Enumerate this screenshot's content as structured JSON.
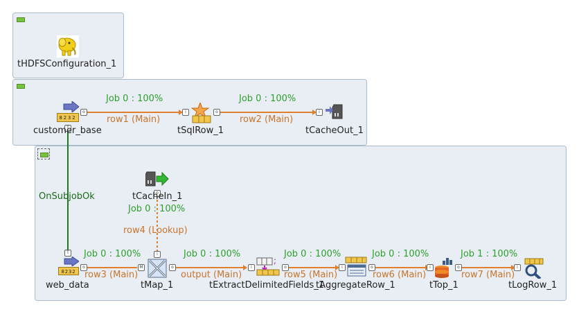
{
  "subjobs": [
    {
      "id": "sj1",
      "components": [
        "tHDFSConfiguration_1"
      ]
    },
    {
      "id": "sj2",
      "components": [
        "customer_base",
        "tSqlRow_1",
        "tCacheOut_1"
      ]
    },
    {
      "id": "sj3",
      "components": [
        "tCacheIn_1",
        "web_data",
        "tMap_1",
        "tExtractDelimitedFields_1",
        "tAggregateRow_1",
        "tTop_1",
        "tLogRow_1"
      ]
    }
  ],
  "components": {
    "hdfs_config": "tHDFSConfiguration_1",
    "customer_base": "customer_base",
    "sql_row": "tSqlRow_1",
    "cache_out": "tCacheOut_1",
    "cache_in": "tCacheIn_1",
    "web_data": "web_data",
    "tmap": "tMap_1",
    "extract": "tExtractDelimitedFields_1",
    "aggregate": "tAggregateRow_1",
    "top": "tTop_1",
    "logrow": "tLogRow_1"
  },
  "connections": {
    "row1": "row1 (Main)",
    "row2": "row2 (Main)",
    "row3": "row3 (Main)",
    "row4": "row4 (Lookup)",
    "output": "output (Main)",
    "row5": "row5 (Main)",
    "row6": "row6 (Main)",
    "row7": "row7 (Main)"
  },
  "stats": {
    "row1": "Job 0 : 100%",
    "row2": "Job 0 : 100%",
    "row3": "Job 0 : 100%",
    "row4": "Job 0 : 100%",
    "output": "Job 0 : 100%",
    "row5": "Job 0 : 100%",
    "row6": "Job 0 : 100%",
    "row7": "Job 1 : 100%"
  },
  "triggers": {
    "on_subjob_ok": "OnSubjobOk"
  },
  "icon_text": {
    "input_badge": "8232"
  },
  "colors": {
    "main_link": "#e0802c",
    "trigger_link": "#1e7a1e",
    "stat_text": "#2e9e2e",
    "subjob_bg": "#e8eef3"
  }
}
